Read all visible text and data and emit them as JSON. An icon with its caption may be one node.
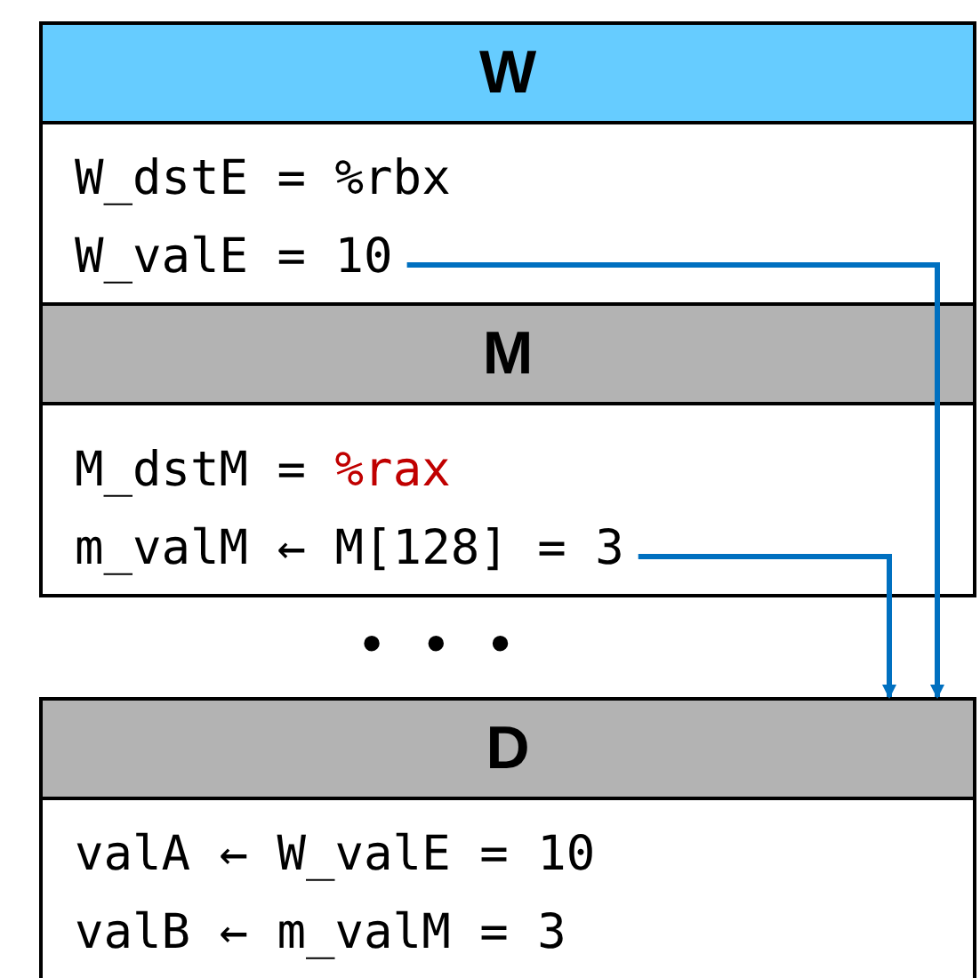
{
  "diagram": {
    "nodes": [
      {
        "text": [
          "W"
        ]
      },
      {
        "text": [
          "W_dstE = %rbx"
        ],
        "in": 0
      },
      {
        "text": [
          "W_valE = 10"
        ],
        "in": 0
      },
      {
        "text": [
          "M"
        ]
      },
      {
        "text": [
          "M_dstM =",
          "%rax"
        ],
        "in": 3
      },
      {
        "text": [
          "m_valM ← M[128] = 3"
        ],
        "in": 3
      },
      {
        "text": [
          "D"
        ]
      },
      {
        "text": [
          "valA ← W_valE = 10"
        ],
        "in": 6
      },
      {
        "text": [
          "valB ← m_valM = 3"
        ],
        "in": 6
      }
    ],
    "edges": [
      {
        "from": 2,
        "to": 6,
        "arrow": "to"
      },
      {
        "from": 5,
        "to": 6,
        "arrow": "to"
      }
    ],
    "labels": [
      "• • •"
    ]
  }
}
